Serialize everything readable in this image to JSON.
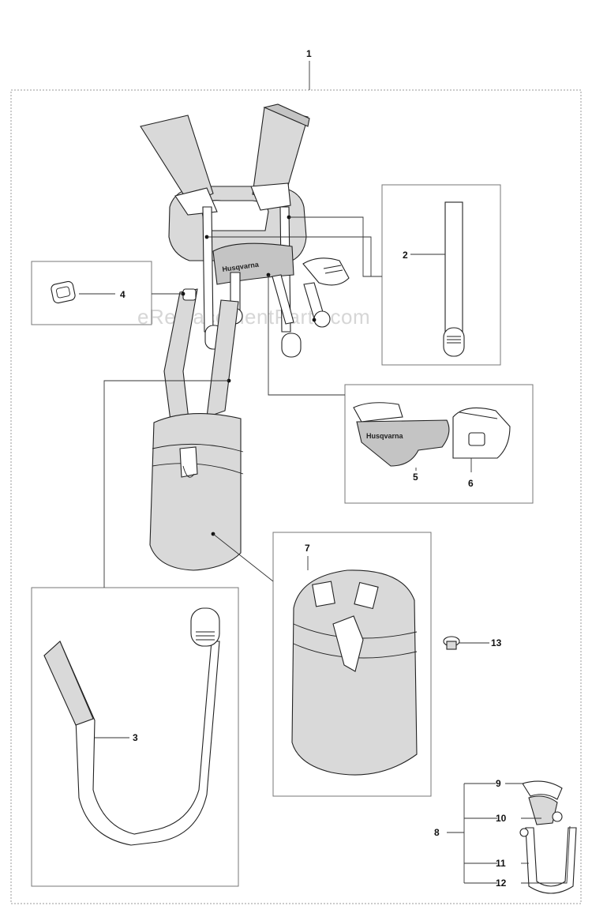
{
  "watermark": "eReplacementParts.com",
  "brand_label": "Husqvarna",
  "callouts": {
    "c1": "1",
    "c2": "2",
    "c3": "3",
    "c4": "4",
    "c5": "5",
    "c6": "6",
    "c7": "7",
    "c8": "8",
    "c9": "9",
    "c10": "10",
    "c11": "11",
    "c12": "12",
    "c13": "13"
  }
}
